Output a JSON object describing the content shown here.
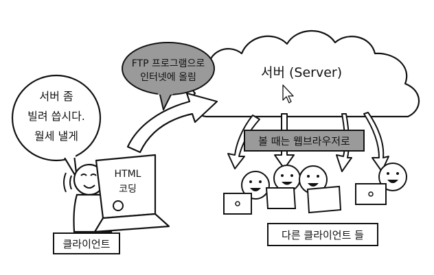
{
  "server_cloud": {
    "label": "서버 (Server)"
  },
  "client": {
    "speech_lines": [
      "서버 좀",
      "빌려 씁시다.",
      "월세 낼게"
    ],
    "laptop_lines": [
      "HTML",
      "코딩"
    ],
    "box_label": "클라이언트"
  },
  "upload_bubble": {
    "lines": [
      "FTP 프로그램으로",
      "인터넷에 올림"
    ]
  },
  "browser_label": "볼 때는 웹브라우저로",
  "other_clients_label": "다른 클라이언트 들",
  "colors": {
    "ink": "#111111",
    "gray_fill": "#9a9a9a",
    "arrow_fill": "#ffffff",
    "background": "#ffffff"
  },
  "icons": [
    "mouse-cursor-icon"
  ]
}
